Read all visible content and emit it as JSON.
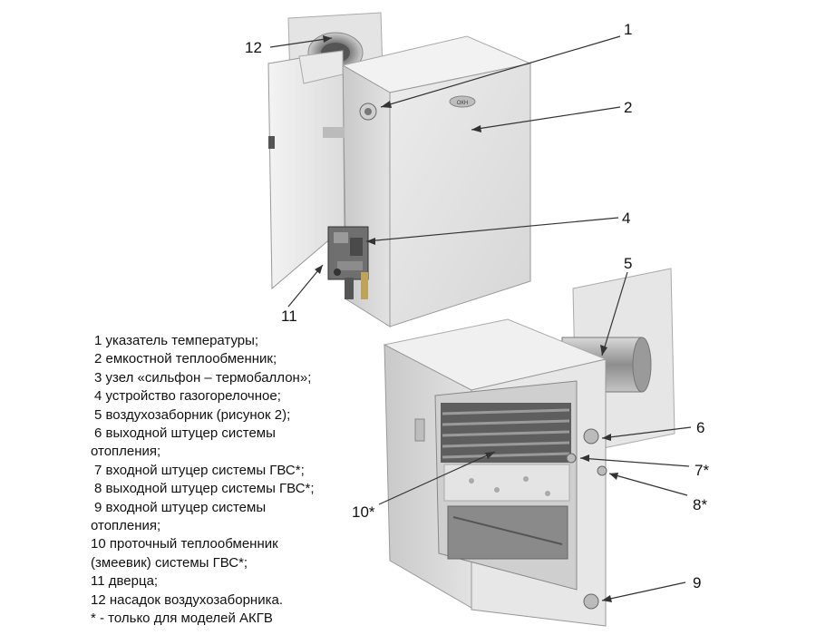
{
  "callouts": {
    "c1": "1",
    "c2": "2",
    "c4": "4",
    "c5": "5",
    "c6": "6",
    "c7": "7*",
    "c8": "8*",
    "c9": "9",
    "c10": "10*",
    "c11": "11",
    "c12": "12"
  },
  "boiler_logo": "ОКН",
  "legend": [
    "1 указатель температуры;",
    "2 емкостной теплообменник;",
    "3 узел «сильфон – термобаллон»;",
    "4 устройство газогорелочное;",
    "5 воздухозаборник  (рисунок 2);",
    "6 выходной штуцер системы",
    "отопления;",
    "7 входной штуцер системы ГВС*;",
    "8 выходной штуцер системы ГВС*;",
    "9 входной штуцер системы",
    "отопления;",
    "10 проточный теплообменник",
    "(змеевик) системы ГВС*;",
    "11 дверца;",
    "12 насадок воздухозаборника.",
    "* - только для моделей АКГВ"
  ]
}
